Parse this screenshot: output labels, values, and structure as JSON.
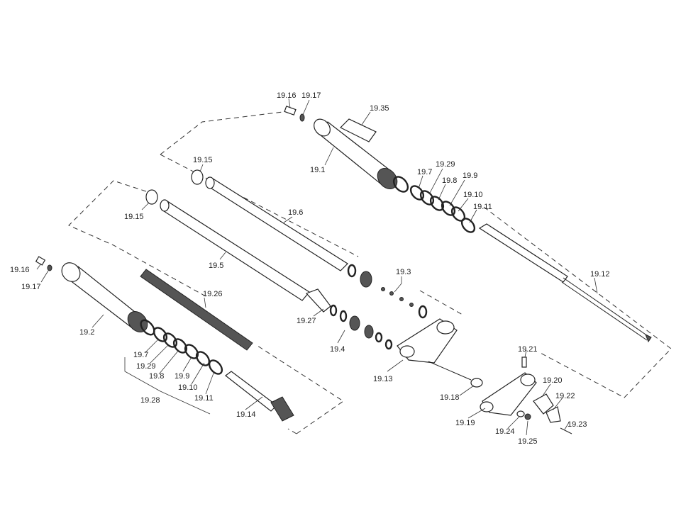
{
  "diagram": {
    "labels": [
      {
        "id": "l1",
        "text": "19.16"
      },
      {
        "id": "l2",
        "text": "19.17"
      },
      {
        "id": "l3",
        "text": "19.35"
      },
      {
        "id": "l4",
        "text": "19.1"
      },
      {
        "id": "l5",
        "text": "19.7"
      },
      {
        "id": "l6",
        "text": "19.29"
      },
      {
        "id": "l7",
        "text": "19.8"
      },
      {
        "id": "l8",
        "text": "19.9"
      },
      {
        "id": "l9",
        "text": "19.10"
      },
      {
        "id": "l10",
        "text": "19.11"
      },
      {
        "id": "l11",
        "text": "19.15"
      },
      {
        "id": "l12",
        "text": "19.15"
      },
      {
        "id": "l13",
        "text": "19.6"
      },
      {
        "id": "l14",
        "text": "19.5"
      },
      {
        "id": "l15",
        "text": "19.3"
      },
      {
        "id": "l16",
        "text": "19.12"
      },
      {
        "id": "l17",
        "text": "19.16"
      },
      {
        "id": "l18",
        "text": "19.17"
      },
      {
        "id": "l19",
        "text": "19.26"
      },
      {
        "id": "l20",
        "text": "19.2"
      },
      {
        "id": "l21",
        "text": "19.27"
      },
      {
        "id": "l22",
        "text": "19.4"
      },
      {
        "id": "l23",
        "text": "19.13"
      },
      {
        "id": "l24",
        "text": "19.7"
      },
      {
        "id": "l25",
        "text": "19.29"
      },
      {
        "id": "l26",
        "text": "19.8"
      },
      {
        "id": "l27",
        "text": "19.9"
      },
      {
        "id": "l28",
        "text": "19.10"
      },
      {
        "id": "l29",
        "text": "19.11"
      },
      {
        "id": "l30",
        "text": "19.28"
      },
      {
        "id": "l31",
        "text": "19.14"
      },
      {
        "id": "l32",
        "text": "19.21"
      },
      {
        "id": "l33",
        "text": "19.20"
      },
      {
        "id": "l34",
        "text": "19.22"
      },
      {
        "id": "l35",
        "text": "19.18"
      },
      {
        "id": "l36",
        "text": "19.19"
      },
      {
        "id": "l37",
        "text": "19.24"
      },
      {
        "id": "l38",
        "text": "19.23"
      },
      {
        "id": "l39",
        "text": "19.25"
      }
    ]
  }
}
